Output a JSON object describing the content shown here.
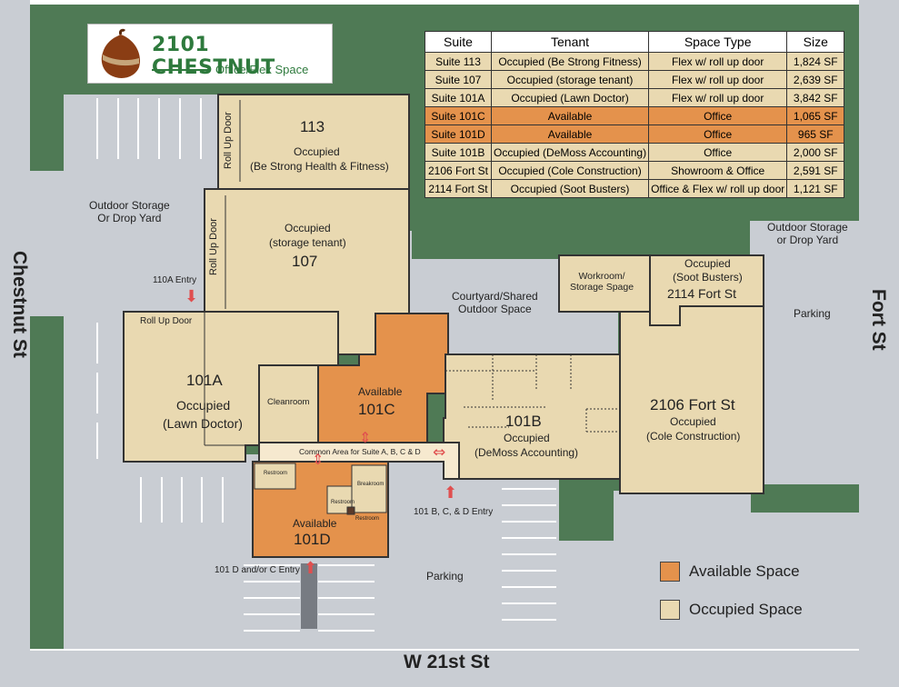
{
  "logo": {
    "name": "2101 CHESTNUT",
    "subtitle": "Office/Flex Space",
    "icon": "chestnut-icon"
  },
  "colors": {
    "green": "#4f7a55",
    "lot": "#c9cdd3",
    "occupied": "#e9d9b1",
    "available": "#e4924c",
    "common": "#f6e9cf",
    "arrow": "#e04f4f"
  },
  "table": {
    "headers": [
      "Suite",
      "Tenant",
      "Space Type",
      "Size"
    ],
    "rows": [
      {
        "suite": "Suite 113",
        "tenant": "Occupied (Be Strong Fitness)",
        "type": "Flex w/ roll up door",
        "size": "1,824 SF",
        "status": "occupied"
      },
      {
        "suite": "Suite 107",
        "tenant": "Occupied (storage tenant)",
        "type": "Flex w/ roll up door",
        "size": "2,639 SF",
        "status": "occupied"
      },
      {
        "suite": "Suite 101A",
        "tenant": "Occupied (Lawn Doctor)",
        "type": "Flex w/ roll up door",
        "size": "3,842 SF",
        "status": "occupied"
      },
      {
        "suite": "Suite 101C",
        "tenant": "Available",
        "type": "Office",
        "size": "1,065 SF",
        "status": "available"
      },
      {
        "suite": "Suite 101D",
        "tenant": "Available",
        "type": "Office",
        "size": "965 SF",
        "status": "available"
      },
      {
        "suite": "Suite 101B",
        "tenant": "Occupied (DeMoss Accounting)",
        "type": "Office",
        "size": "2,000 SF",
        "status": "occupied"
      },
      {
        "suite": "2106 Fort St",
        "tenant": "Occupied (Cole Construction)",
        "type": "Showroom & Office",
        "size": "2,591 SF",
        "status": "occupied"
      },
      {
        "suite": "2114 Fort St",
        "tenant": "Occupied (Soot Busters)",
        "type": "Office & Flex w/ roll up door",
        "size": "1,121 SF",
        "status": "occupied"
      }
    ]
  },
  "streets": {
    "west": "Chestnut St",
    "east": "Fort St",
    "south": "W 21st St"
  },
  "areas": {
    "outdoor_left": "Outdoor Storage\nOr Drop Yard",
    "outdoor_right": "Outdoor Storage\nor Drop Yard",
    "courtyard": "Courtyard/Shared\nOutdoor Space",
    "parking_right": "Parking",
    "parking_bottom": "Parking",
    "common": "Common Area for Suite A, B, C & D"
  },
  "spaces": {
    "s113": {
      "num": "113",
      "status": "Occupied",
      "tenant": "(Be Strong Health & Fitness)",
      "door": "Roll Up Door"
    },
    "s107": {
      "num": "107",
      "status": "Occupied",
      "tenant": "(storage tenant)",
      "door": "Roll Up Door"
    },
    "s101a": {
      "num": "101A",
      "status": "Occupied",
      "tenant": "(Lawn Doctor)",
      "door": "Roll Up Door"
    },
    "s101c": {
      "num": "101C",
      "status": "Available"
    },
    "s101d": {
      "num": "101D",
      "status": "Available"
    },
    "s101b": {
      "num": "101B",
      "status": "Occupied",
      "tenant": "(DeMoss Accounting)"
    },
    "fort2106": {
      "num": "2106 Fort St",
      "status": "Occupied",
      "tenant": "(Cole Construction)"
    },
    "fort2114": {
      "num": "2114 Fort St",
      "status": "Occupied",
      "tenant": "(Soot Busters)"
    },
    "workroom": "Workroom/\nStorage Spage",
    "cleanroom": "Cleanroom",
    "restroom": "Restroom",
    "breakroom": "Breakroom"
  },
  "entries": {
    "e110a": "110A Entry",
    "ebcd": "101 B, C, & D Entry",
    "ed": "101 D and/or C Entry"
  },
  "legend": {
    "available": "Available Space",
    "occupied": "Occupied Space"
  }
}
